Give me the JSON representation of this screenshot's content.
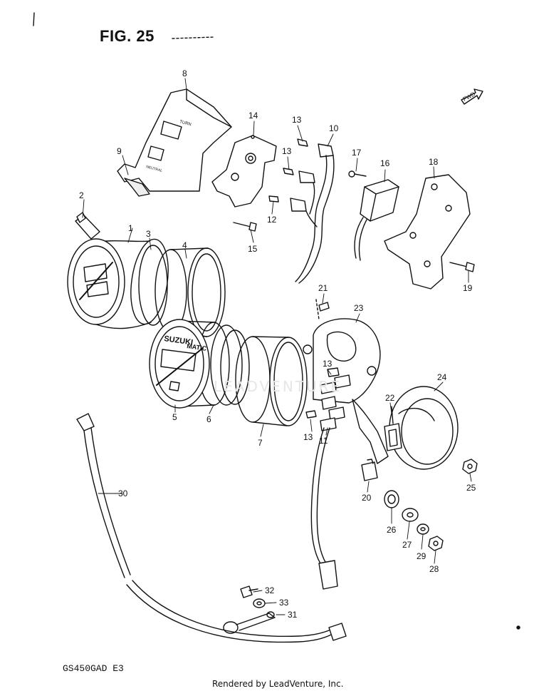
{
  "figure": {
    "title": "FIG. 25",
    "model": "GS450GAD  E3",
    "footer": "Rendered by LeadVenture, Inc.",
    "fwd_label": "FWD",
    "watermark": "LEADVENTURE",
    "cover_text_turn": "TURN",
    "cover_text_neutral": "NEUTRAL",
    "dial_brand": "SUZUKI",
    "dial_text": "MATIC"
  },
  "callouts": [
    {
      "id": "1",
      "label": "1"
    },
    {
      "id": "2",
      "label": "2"
    },
    {
      "id": "3",
      "label": "3"
    },
    {
      "id": "4",
      "label": "4"
    },
    {
      "id": "5",
      "label": "5"
    },
    {
      "id": "6",
      "label": "6"
    },
    {
      "id": "7",
      "label": "7"
    },
    {
      "id": "8",
      "label": "8"
    },
    {
      "id": "9",
      "label": "9"
    },
    {
      "id": "10",
      "label": "10"
    },
    {
      "id": "11",
      "label": "11"
    },
    {
      "id": "12",
      "label": "12"
    },
    {
      "id": "13a",
      "label": "13"
    },
    {
      "id": "13b",
      "label": "13"
    },
    {
      "id": "13c",
      "label": "13"
    },
    {
      "id": "13d",
      "label": "13"
    },
    {
      "id": "14",
      "label": "14"
    },
    {
      "id": "15",
      "label": "15"
    },
    {
      "id": "16",
      "label": "16"
    },
    {
      "id": "17",
      "label": "17"
    },
    {
      "id": "18",
      "label": "18"
    },
    {
      "id": "19",
      "label": "19"
    },
    {
      "id": "20",
      "label": "20"
    },
    {
      "id": "21",
      "label": "21"
    },
    {
      "id": "22",
      "label": "22"
    },
    {
      "id": "23",
      "label": "23"
    },
    {
      "id": "24",
      "label": "24"
    },
    {
      "id": "25",
      "label": "25"
    },
    {
      "id": "26",
      "label": "26"
    },
    {
      "id": "27",
      "label": "27"
    },
    {
      "id": "28",
      "label": "28"
    },
    {
      "id": "29",
      "label": "29"
    },
    {
      "id": "30",
      "label": "30"
    },
    {
      "id": "31",
      "label": "31"
    },
    {
      "id": "32",
      "label": "32"
    },
    {
      "id": "33",
      "label": "33"
    }
  ]
}
